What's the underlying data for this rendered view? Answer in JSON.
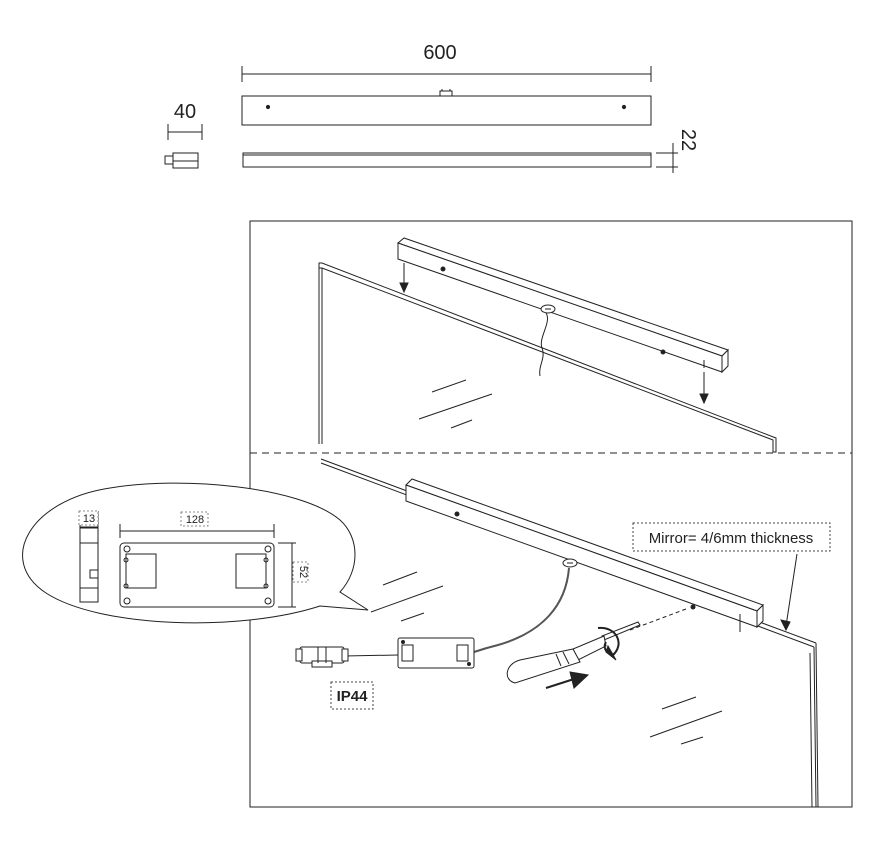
{
  "dimensions": {
    "length": "600",
    "width": "40",
    "height": "22"
  },
  "driver_dimensions": {
    "depth": "13",
    "length": "128",
    "height": "52"
  },
  "labels": {
    "mirror": "Mirror= 4/6mm thickness",
    "ip_rating": "IP44"
  },
  "colors": {
    "line": "#222222",
    "background": "#ffffff"
  }
}
